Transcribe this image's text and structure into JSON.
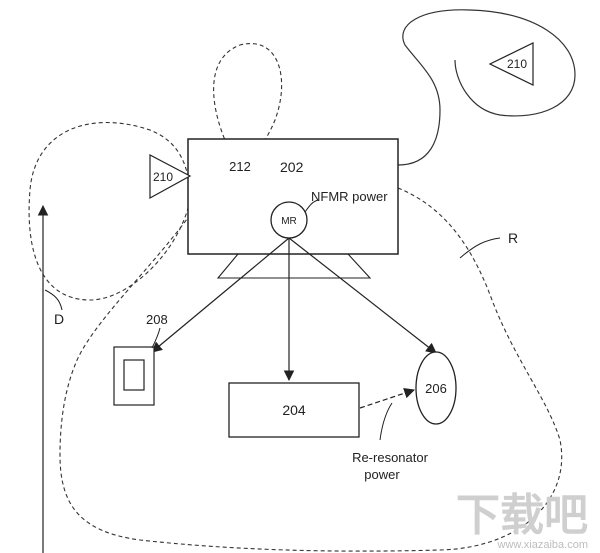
{
  "labels": {
    "main_device": "202",
    "magnetic_resonator": "MR",
    "nfmr_power": "NFMR power",
    "peripheral_208": "208",
    "peripheral_204": "204",
    "peripheral_206": "206",
    "re_resonator_line1": "Re-resonator",
    "re_resonator_line2": "power",
    "range_r": "R",
    "distance_d": "D",
    "antenna_left": "210",
    "antenna_right": "210",
    "loop_212": "212"
  },
  "watermark": {
    "big": "下载吧",
    "site": "www.xiazaiba.com"
  }
}
